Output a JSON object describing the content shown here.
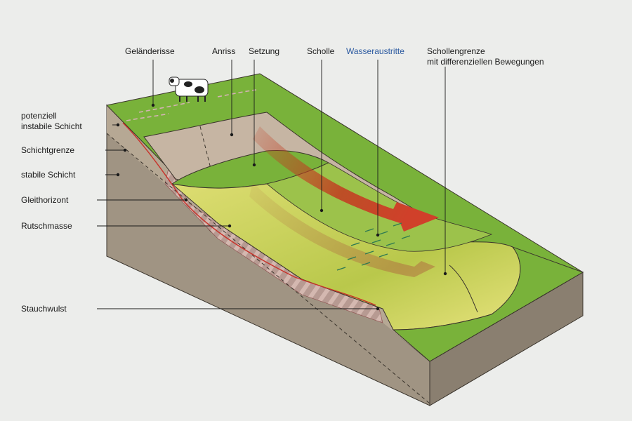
{
  "labels": {
    "top": {
      "gelaenderisse": "Geländerisse",
      "anriss": "Anriss",
      "setzung": "Setzung",
      "scholle": "Scholle",
      "wasseraustritte": "Wasseraustritte",
      "schollengrenze_1": "Schollengrenze",
      "schollengrenze_2": "mit differenziellen Bewegungen"
    },
    "left": {
      "potenziell_1": "potenziell",
      "potenziell_2": "instabile Schicht",
      "schichtgrenze": "Schichtgrenze",
      "stabile": "stabile Schicht",
      "gleithorizont": "Gleithorizont",
      "rutschmasse": "Rutschmasse",
      "stauchwulst": "Stauchwulst"
    }
  },
  "colors": {
    "grass": "#79b23a",
    "grass_dark": "#5e9a2c",
    "rock_front": "#a09483",
    "rock_side": "#8a7f70",
    "scarp": "#c6b5a3",
    "slide_yellow": "#c9d45a",
    "slide_light": "#e3e17a",
    "arrow_red": "#c23b20",
    "water_accent": "#2c5aa0"
  }
}
